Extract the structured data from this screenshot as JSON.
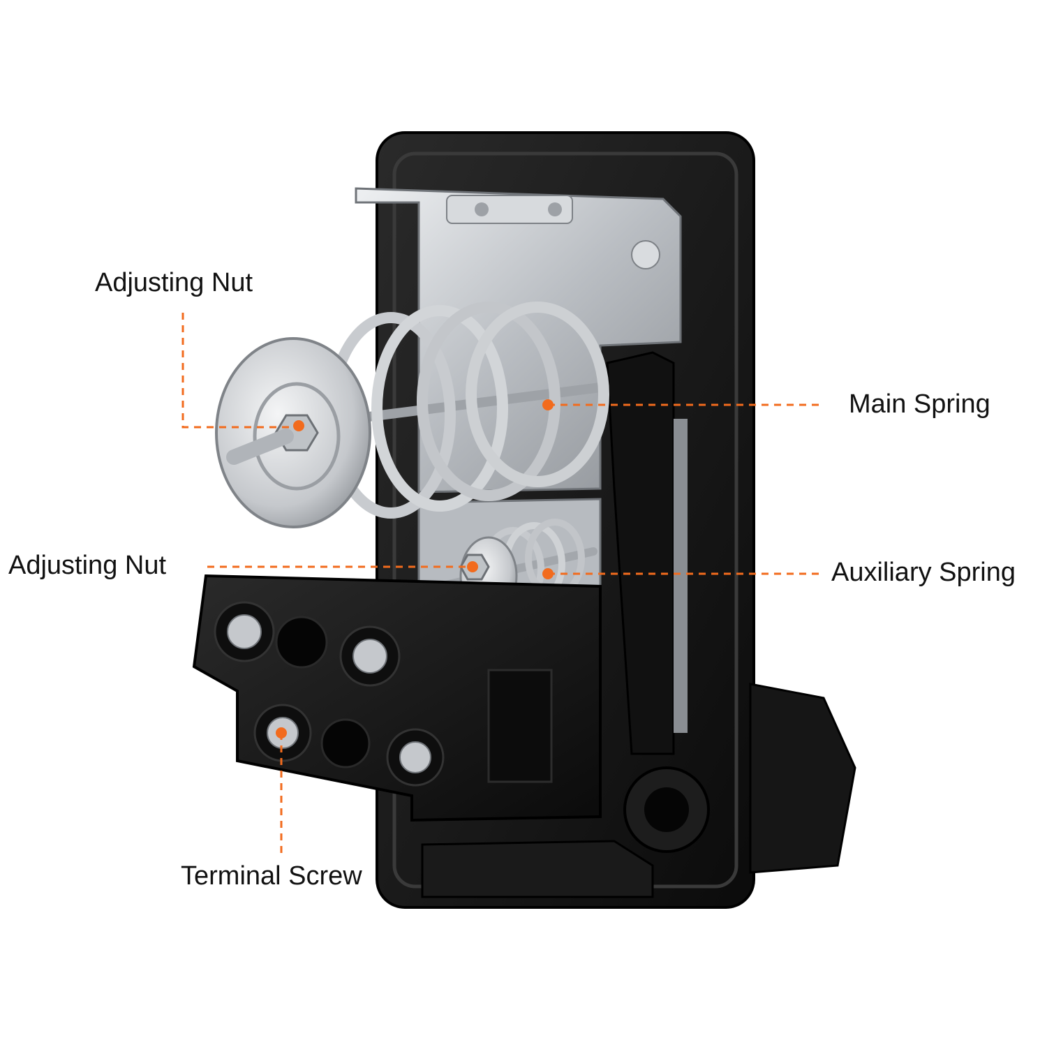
{
  "callouts": [
    {
      "id": "adjusting-nut-main",
      "text": "Adjusting Nut"
    },
    {
      "id": "main-spring",
      "text": "Main Spring"
    },
    {
      "id": "adjusting-nut-aux",
      "text": "Adjusting Nut"
    },
    {
      "id": "auxiliary-spring",
      "text": "Auxiliary Spring"
    },
    {
      "id": "terminal-screw",
      "text": "Terminal Screw"
    }
  ],
  "colors": {
    "accent": "#f26b1d",
    "housing": "#141414",
    "metal": "#c9ccd0",
    "background": "#ffffff"
  }
}
